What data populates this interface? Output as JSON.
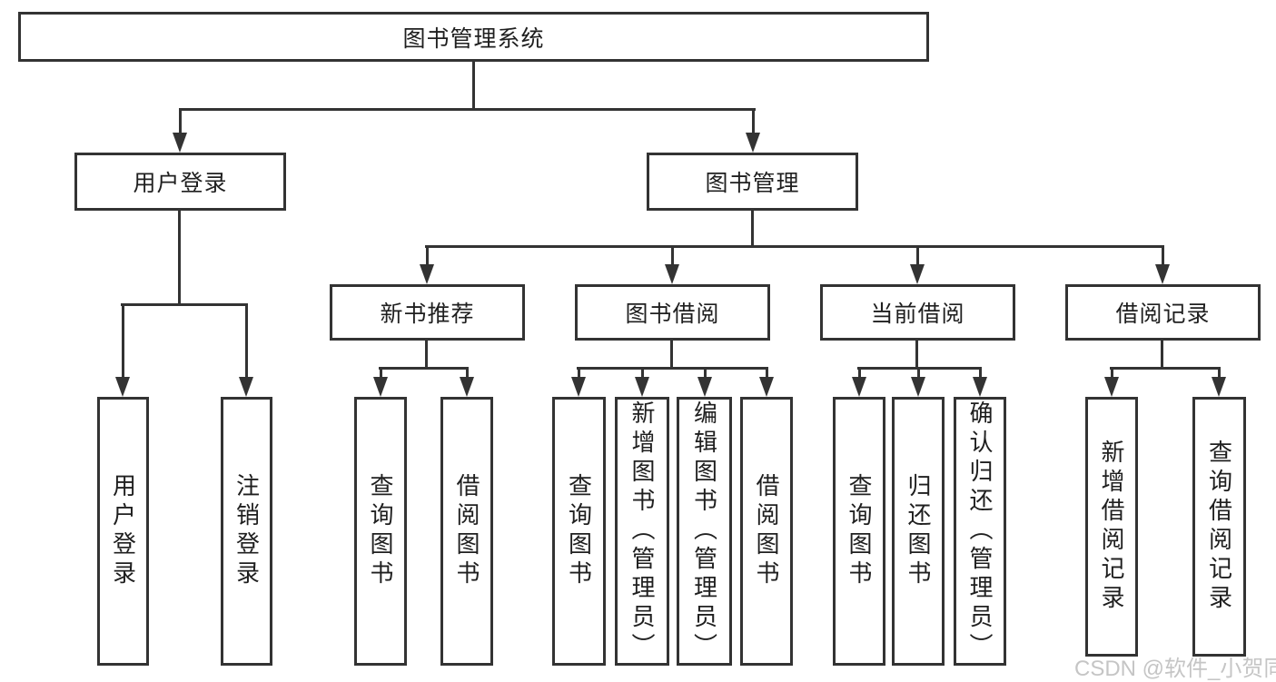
{
  "diagram": {
    "root": {
      "label": "图书管理系统"
    },
    "level2": [
      {
        "label": "用户登录"
      },
      {
        "label": "图书管理"
      }
    ],
    "level3": [
      {
        "label": "新书推荐"
      },
      {
        "label": "图书借阅"
      },
      {
        "label": "当前借阅"
      },
      {
        "label": "借阅记录"
      }
    ],
    "leaves": [
      {
        "label": "用户登录"
      },
      {
        "label": "注销登录"
      },
      {
        "label": "查询图书"
      },
      {
        "label": "借阅图书"
      },
      {
        "label": "查询图书"
      },
      {
        "label": "新增图书（管理员）"
      },
      {
        "label": "编辑图书（管理员）"
      },
      {
        "label": "借阅图书"
      },
      {
        "label": "查询图书"
      },
      {
        "label": "归还图书"
      },
      {
        "label": "确认归还（管理员）"
      },
      {
        "label": "新增借阅记录"
      },
      {
        "label": "查询借阅记录"
      }
    ]
  },
  "watermark": {
    "text": "CSDN @软件_小贺同学"
  },
  "colors": {
    "line": "#333333",
    "text": "#1f1f1f",
    "watermark": "#c5c5c5",
    "background": "#ffffff"
  }
}
